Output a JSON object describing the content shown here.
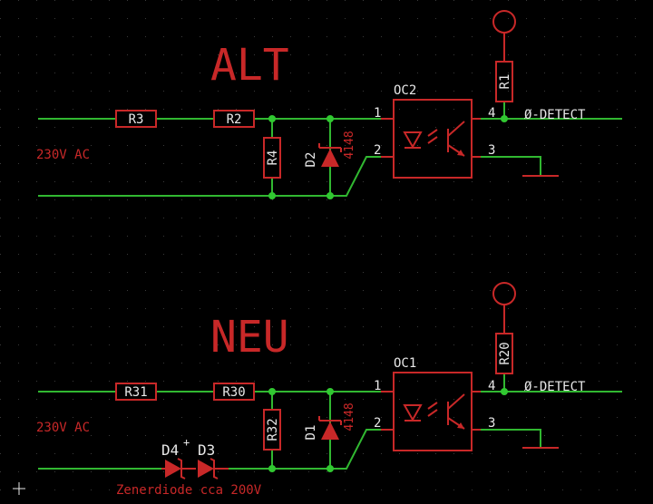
{
  "colors": {
    "background": "#000000",
    "wire": "#31b831",
    "part": "#c82828",
    "text": "#e8e8e8",
    "grid": "#3a3a3a"
  },
  "sections": {
    "alt": {
      "title": "ALT",
      "supply_label": "230V AC",
      "resistors": [
        "R3",
        "R2"
      ],
      "shunt_resistor": "R4",
      "diode": "D2",
      "diode_value": "4148",
      "optocoupler": "OC2",
      "pullup": "R1",
      "pins": [
        "1",
        "2",
        "3",
        "4"
      ],
      "output": "Ø-DETECT"
    },
    "neu": {
      "title": "NEU",
      "supply_label": "230V AC",
      "resistors": [
        "R31",
        "R30"
      ],
      "shunt_resistor": "R32",
      "diode": "D1",
      "diode_value": "4148",
      "optocoupler": "OC1",
      "pullup": "R20",
      "pins": [
        "1",
        "2",
        "3",
        "4"
      ],
      "output": "Ø-DETECT",
      "zener": [
        "D4",
        "D3"
      ],
      "zener_label": "Zenerdiode cca 200V"
    }
  }
}
